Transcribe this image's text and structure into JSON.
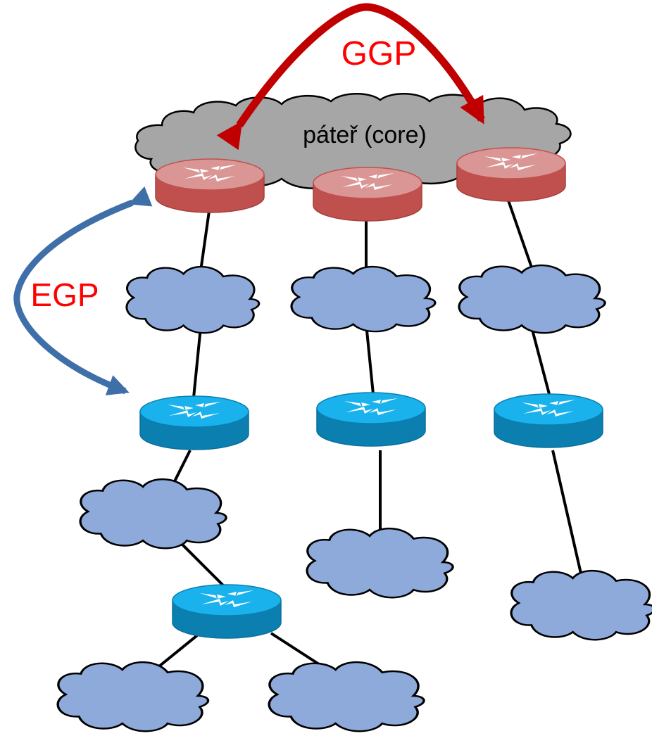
{
  "labels": {
    "core": "páteř (core)",
    "ggp": "GGP",
    "egp": "EGP"
  },
  "colors": {
    "core_cloud": "#a6a6a6",
    "network_cloud": "#8eaadb",
    "core_router": "#c0504d",
    "edge_router": "#0ea0d9",
    "ggp_arrow": "#c00000",
    "egp_arrow": "#3e6fa8",
    "label_red": "#ff0000"
  },
  "icons": {
    "core_router": "router-icon",
    "edge_router": "router-icon",
    "network": "cloud-icon"
  }
}
